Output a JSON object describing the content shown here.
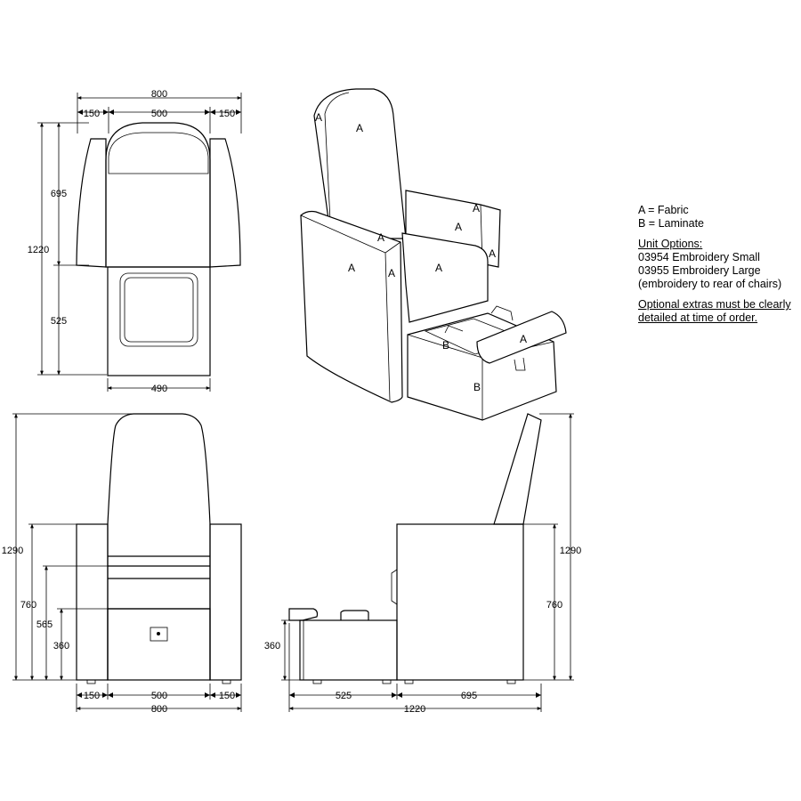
{
  "legend": {
    "a": "A = Fabric",
    "b": "B = Laminate"
  },
  "unit_options": {
    "title": "Unit Options:",
    "items": [
      "03954 Embroidery Small",
      "03955 Embroidery Large",
      "(embroidery to rear of chairs)"
    ]
  },
  "optional_extras": [
    "Optional extras must be clearly",
    "detailed at time of order."
  ],
  "material_labels": {
    "fabric": "A",
    "laminate": "B"
  },
  "plan_view": {
    "overall_width": "800",
    "side_left": "150",
    "centre": "500",
    "side_right": "150",
    "total_depth": "1220",
    "seat_depth": "695",
    "bowl_depth": "525",
    "bowl_width": "490"
  },
  "front_view": {
    "total_height": "1290",
    "arm_height": "760",
    "seat_height": "565",
    "bowl_height": "360",
    "side_left": "150",
    "centre": "500",
    "side_right": "150",
    "overall_width": "800"
  },
  "side_view": {
    "total_height": "1290",
    "arm_height": "760",
    "bowl_height": "360",
    "bowl_depth": "525",
    "seat_depth": "695",
    "overall_length": "1220"
  }
}
